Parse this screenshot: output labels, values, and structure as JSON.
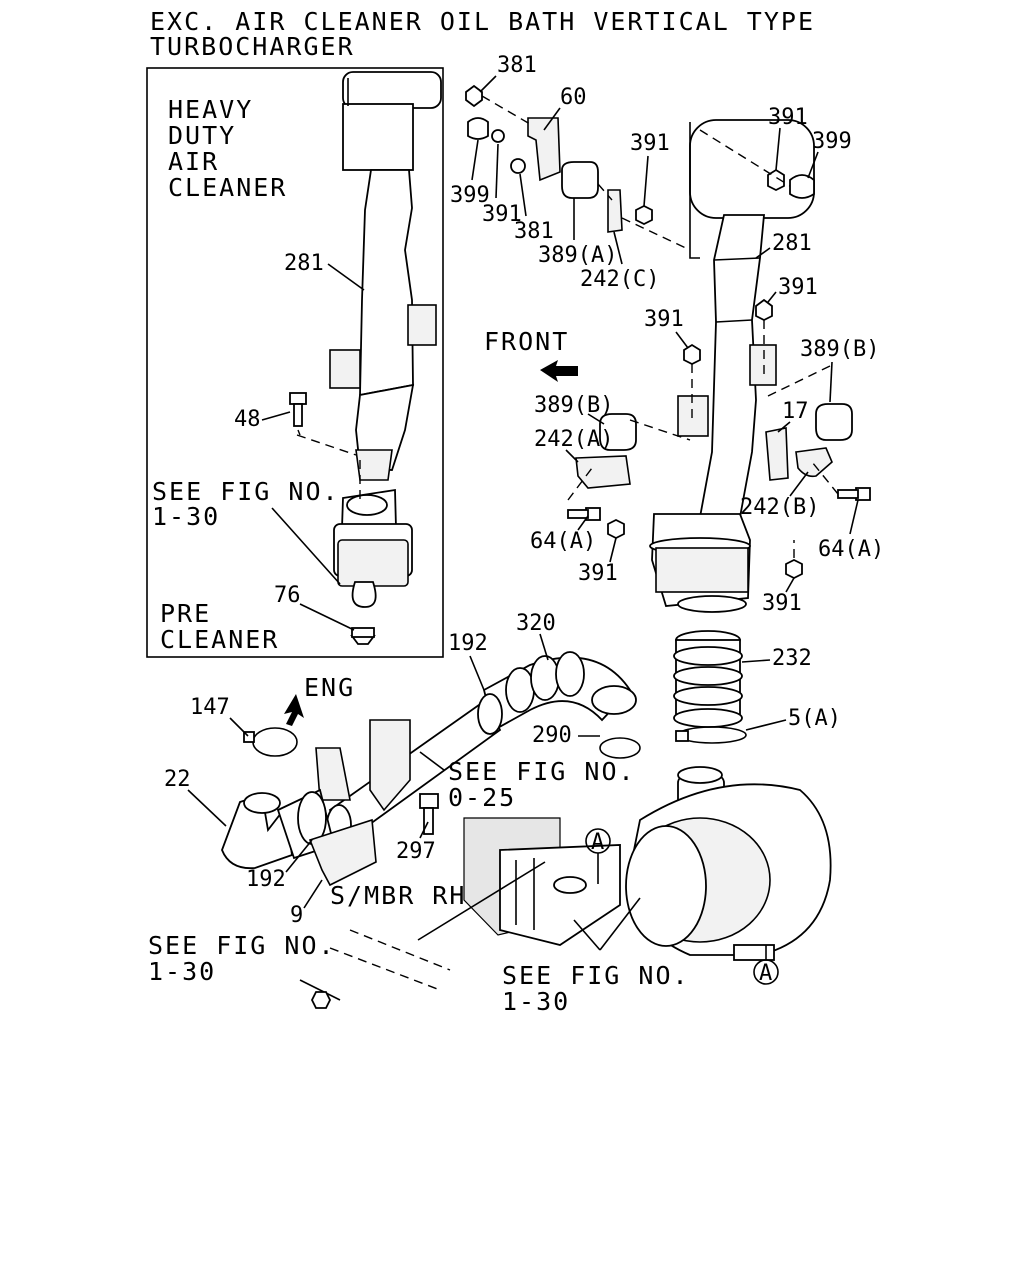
{
  "title": {
    "line1": "EXC.  AIR CLEANER OIL BATH VERTICAL TYPE",
    "line2": "TURBOCHARGER"
  },
  "inset": {
    "heading_lines": [
      "HEAVY",
      "DUTY",
      "AIR",
      "CLEANER"
    ],
    "pre_cleaner_lines": [
      "PRE",
      "CLEANER"
    ],
    "see_fig_lines": [
      "SEE FIG NO.",
      "1-30"
    ]
  },
  "labels": {
    "front": "FRONT",
    "eng": "ENG",
    "smbr": "S/MBR RH",
    "circle_a": "A",
    "see_fig_0_25": [
      "SEE FIG NO.",
      "0-25"
    ],
    "see_fig_1_30_left": [
      "SEE FIG NO.",
      "1-30"
    ],
    "see_fig_1_30_bottom": [
      "SEE FIG NO.",
      "1-30"
    ]
  },
  "callouts": [
    "381",
    "60",
    "391",
    "399",
    "391",
    "391",
    "381",
    "399",
    "389(A)",
    "242(C)",
    "281",
    "281",
    "391",
    "391",
    "389(B)",
    "389(B)",
    "242(A)",
    "17",
    "242(B)",
    "64(A)",
    "64(A)",
    "391",
    "391",
    "48",
    "76",
    "192",
    "320",
    "232",
    "290",
    "5(A)",
    "147",
    "22",
    "192",
    "297",
    "9"
  ]
}
